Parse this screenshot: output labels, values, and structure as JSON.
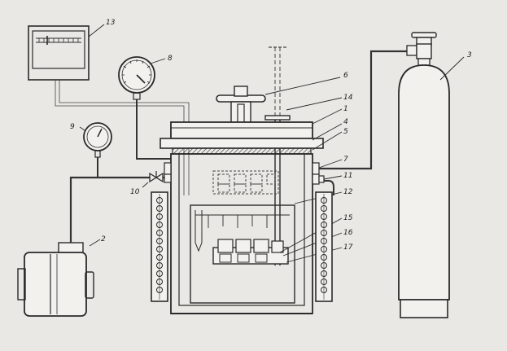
{
  "colors": {
    "background": "#e9e8e4",
    "line": "#2a2a2a",
    "tube": "#333333",
    "dash": "#444444"
  },
  "callouts": [
    {
      "id": "c13",
      "text": "13"
    },
    {
      "id": "c8",
      "text": "8"
    },
    {
      "id": "c3",
      "text": "3"
    },
    {
      "id": "c6",
      "text": "6"
    },
    {
      "id": "c14",
      "text": "14"
    },
    {
      "id": "c1",
      "text": "1"
    },
    {
      "id": "c4",
      "text": "4"
    },
    {
      "id": "c5",
      "text": "5"
    },
    {
      "id": "c9",
      "text": "9"
    },
    {
      "id": "c7",
      "text": "7"
    },
    {
      "id": "c11",
      "text": "11"
    },
    {
      "id": "c10",
      "text": "10"
    },
    {
      "id": "c12",
      "text": "12"
    },
    {
      "id": "c15",
      "text": "15"
    },
    {
      "id": "c16",
      "text": "16"
    },
    {
      "id": "c17",
      "text": "17"
    },
    {
      "id": "c2",
      "text": "2"
    }
  ]
}
